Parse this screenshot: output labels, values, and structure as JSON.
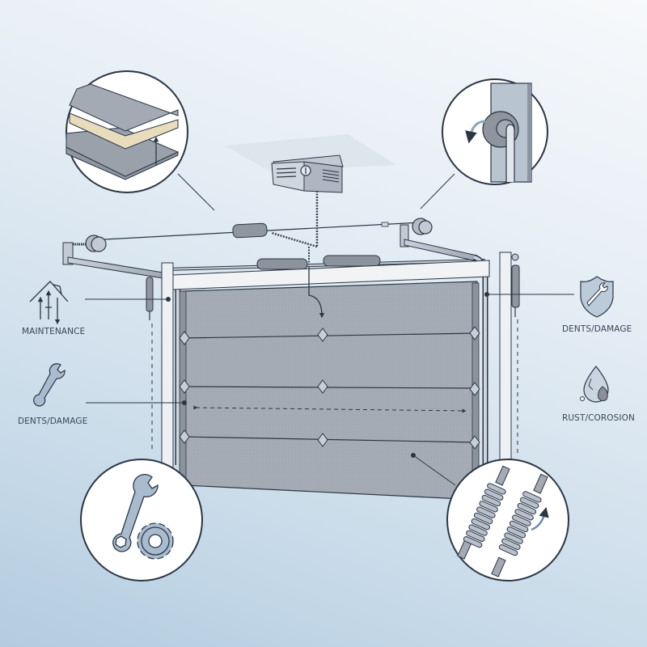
{
  "diagram": {
    "subject": "Sectional garage door with opener, tracks, springs and cables",
    "colors": {
      "outline": "#2b3644",
      "panel": "#a4aab4",
      "panel_dark": "#8c939d",
      "metal": "#b8c0cb",
      "callout_bg": "#ffffff",
      "icon_fill": "#a9bccf",
      "insulation": "#e8dcbc",
      "background_top": "#f7f9fb",
      "background_bottom": "#b3cce0"
    },
    "left_labels": [
      {
        "text": "MAINTENANCE",
        "icon": "house-arrows-icon"
      },
      {
        "text": "DENTS/DAMAGE",
        "icon": "wrench-icon"
      }
    ],
    "right_labels": [
      {
        "text": "DENTS/DAMAGE",
        "icon": "shield-wrench-icon"
      },
      {
        "text": "RUST/COROSION",
        "icon": "water-drop-icon"
      }
    ],
    "callouts": [
      {
        "position": "top-left",
        "depicts": "insulated panel layers"
      },
      {
        "position": "top-right",
        "depicts": "roller in track"
      },
      {
        "position": "bottom-left",
        "depicts": "wrench and gear"
      },
      {
        "position": "bottom-right",
        "depicts": "torsion springs"
      }
    ],
    "door": {
      "sections": 4
    }
  }
}
